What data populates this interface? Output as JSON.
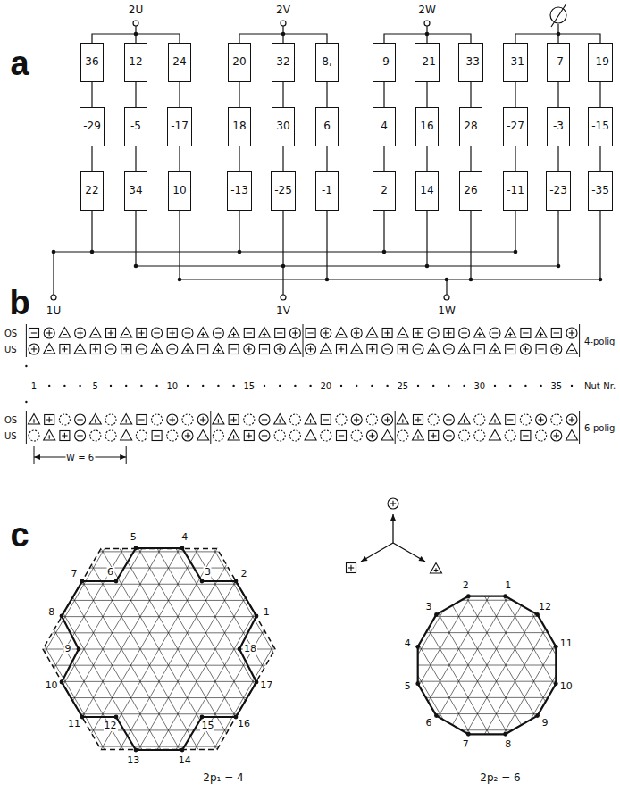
{
  "diagram": {
    "nodes": [
      {
        "text": [
          "36"
        ]
      },
      {
        "text": [
          "12"
        ]
      },
      {
        "text": [
          "24"
        ]
      },
      {
        "text": [
          "20"
        ]
      },
      {
        "text": [
          "32"
        ]
      },
      {
        "text": [
          "8,"
        ]
      },
      {
        "text": [
          "-9"
        ]
      },
      {
        "text": [
          "-21"
        ]
      },
      {
        "text": [
          "-33"
        ]
      },
      {
        "text": [
          "-31"
        ]
      },
      {
        "text": [
          "-7"
        ]
      },
      {
        "text": [
          "-19"
        ]
      },
      {
        "text": [
          "-29"
        ]
      },
      {
        "text": [
          "-5"
        ]
      },
      {
        "text": [
          "-17"
        ]
      },
      {
        "text": [
          "18"
        ]
      },
      {
        "text": [
          "30"
        ]
      },
      {
        "text": [
          "6"
        ]
      },
      {
        "text": [
          "4"
        ]
      },
      {
        "text": [
          "16"
        ]
      },
      {
        "text": [
          "28"
        ]
      },
      {
        "text": [
          "-27"
        ]
      },
      {
        "text": [
          "-3"
        ]
      },
      {
        "text": [
          "-15"
        ]
      },
      {
        "text": [
          "22"
        ]
      },
      {
        "text": [
          "34"
        ]
      },
      {
        "text": [
          "10"
        ]
      },
      {
        "text": [
          "-13"
        ]
      },
      {
        "text": [
          "-25"
        ]
      },
      {
        "text": [
          "-1"
        ]
      },
      {
        "text": [
          "2"
        ]
      },
      {
        "text": [
          "14"
        ]
      },
      {
        "text": [
          "26"
        ]
      },
      {
        "text": [
          "-11"
        ]
      },
      {
        "text": [
          "-23"
        ]
      },
      {
        "text": [
          "-35"
        ]
      }
    ],
    "edges": [
      {
        "from": 0,
        "to": 12,
        "arrow": "none"
      },
      {
        "from": 1,
        "to": 13,
        "arrow": "none"
      },
      {
        "from": 2,
        "to": 14,
        "arrow": "none"
      },
      {
        "from": 3,
        "to": 15,
        "arrow": "none"
      },
      {
        "from": 4,
        "to": 16,
        "arrow": "none"
      },
      {
        "from": 5,
        "to": 17,
        "arrow": "none"
      },
      {
        "from": 6,
        "to": 18,
        "arrow": "none"
      },
      {
        "from": 7,
        "to": 19,
        "arrow": "none"
      },
      {
        "from": 8,
        "to": 20,
        "arrow": "none"
      },
      {
        "from": 9,
        "to": 21,
        "arrow": "none"
      },
      {
        "from": 10,
        "to": 22,
        "arrow": "none"
      },
      {
        "from": 11,
        "to": 23,
        "arrow": "none"
      },
      {
        "from": 12,
        "to": 24,
        "arrow": "none"
      },
      {
        "from": 13,
        "to": 25,
        "arrow": "none"
      },
      {
        "from": 14,
        "to": 26,
        "arrow": "none"
      },
      {
        "from": 15,
        "to": 27,
        "arrow": "none"
      },
      {
        "from": 16,
        "to": 28,
        "arrow": "none"
      },
      {
        "from": 17,
        "to": 29,
        "arrow": "none"
      },
      {
        "from": 18,
        "to": 30,
        "arrow": "none"
      },
      {
        "from": 19,
        "to": 31,
        "arrow": "none"
      },
      {
        "from": 20,
        "to": 32,
        "arrow": "none"
      },
      {
        "from": 21,
        "to": 33,
        "arrow": "none"
      },
      {
        "from": 22,
        "to": 34,
        "arrow": "none"
      },
      {
        "from": 23,
        "to": 35,
        "arrow": "none"
      }
    ],
    "labels": [
      "a",
      "2U",
      "2V",
      "2W",
      "1U",
      "1V",
      "1W",
      "b",
      "OS",
      "US",
      "4-polig",
      "1",
      "5",
      "10",
      "15",
      "20",
      "25",
      "30",
      "35",
      "Nut-Nr.",
      "OS",
      "US",
      "6-polig",
      "W = 6",
      "c",
      "1",
      "2",
      "3",
      "4",
      "5",
      "6",
      "7",
      "8",
      "9",
      "10",
      "11",
      "12",
      "13",
      "14",
      "15",
      "16",
      "17",
      "18",
      "1",
      "2",
      "3",
      "4",
      "5",
      "6",
      "7",
      "8",
      "9",
      "10",
      "11",
      "12",
      "2p₁ = 4",
      "2p₂ = 6"
    ]
  }
}
